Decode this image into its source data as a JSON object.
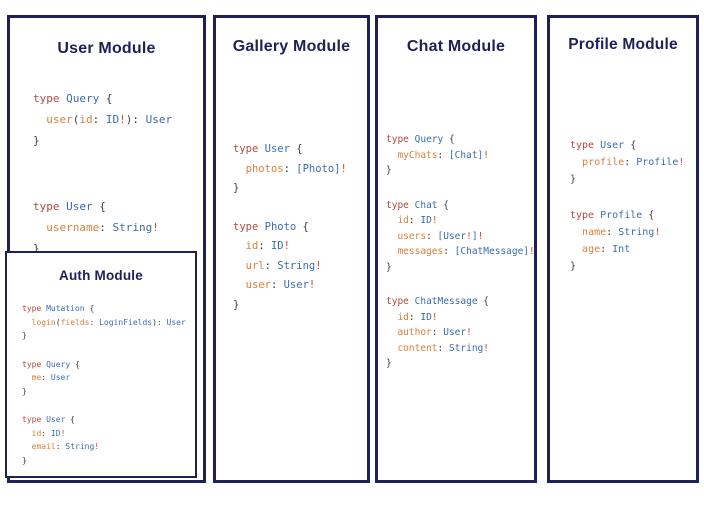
{
  "palette": {
    "navy": "#1e2158",
    "keyword": "#b24a3f",
    "typename": "#3a6cb4",
    "field": "#d8803c",
    "punct": "#3d3d3d",
    "bang": "#cd4a33"
  },
  "token_types": {
    "k": "keyword",
    "t": "type-name",
    "f": "field-name",
    "p": "punctuation",
    "b": "non-null-bang"
  },
  "modules": [
    {
      "id": "user",
      "title": "User Module",
      "blocks": [
        [
          [
            [
              "k",
              "type"
            ],
            [
              "p",
              " "
            ],
            [
              "t",
              "Query"
            ],
            [
              "p",
              " {"
            ]
          ],
          [
            [
              "p",
              "  "
            ],
            [
              "f",
              "user"
            ],
            [
              "p",
              "("
            ],
            [
              "f",
              "id"
            ],
            [
              "p",
              ": "
            ],
            [
              "t",
              "ID"
            ],
            [
              "b",
              "!"
            ],
            [
              "p",
              "): "
            ],
            [
              "t",
              "User"
            ]
          ],
          [
            [
              "p",
              "}"
            ]
          ]
        ],
        [
          [
            [
              "k",
              "type"
            ],
            [
              "p",
              " "
            ],
            [
              "t",
              "User"
            ],
            [
              "p",
              " {"
            ]
          ],
          [
            [
              "p",
              "  "
            ],
            [
              "f",
              "username"
            ],
            [
              "p",
              ": "
            ],
            [
              "t",
              "String"
            ],
            [
              "b",
              "!"
            ]
          ],
          [
            [
              "p",
              "}"
            ]
          ]
        ]
      ]
    },
    {
      "id": "auth",
      "title": "Auth Module",
      "blocks": [
        [
          [
            [
              "k",
              "type"
            ],
            [
              "p",
              " "
            ],
            [
              "t",
              "Mutation"
            ],
            [
              "p",
              " {"
            ]
          ],
          [
            [
              "p",
              "  "
            ],
            [
              "f",
              "login"
            ],
            [
              "p",
              "("
            ],
            [
              "f",
              "fields"
            ],
            [
              "p",
              ": "
            ],
            [
              "t",
              "LoginFields"
            ],
            [
              "p",
              "): "
            ],
            [
              "t",
              "User"
            ]
          ],
          [
            [
              "p",
              "}"
            ]
          ]
        ],
        [
          [
            [
              "k",
              "type"
            ],
            [
              "p",
              " "
            ],
            [
              "t",
              "Query"
            ],
            [
              "p",
              " {"
            ]
          ],
          [
            [
              "p",
              "  "
            ],
            [
              "f",
              "me"
            ],
            [
              "p",
              ": "
            ],
            [
              "t",
              "User"
            ]
          ],
          [
            [
              "p",
              "}"
            ]
          ]
        ],
        [
          [
            [
              "k",
              "type"
            ],
            [
              "p",
              " "
            ],
            [
              "t",
              "User"
            ],
            [
              "p",
              " {"
            ]
          ],
          [
            [
              "p",
              "  "
            ],
            [
              "f",
              "id"
            ],
            [
              "p",
              ": "
            ],
            [
              "t",
              "ID"
            ],
            [
              "b",
              "!"
            ]
          ],
          [
            [
              "p",
              "  "
            ],
            [
              "f",
              "email"
            ],
            [
              "p",
              ": "
            ],
            [
              "t",
              "String"
            ],
            [
              "b",
              "!"
            ]
          ],
          [
            [
              "p",
              "}"
            ]
          ]
        ]
      ]
    },
    {
      "id": "gallery",
      "title": "Gallery Module",
      "blocks": [
        [
          [
            [
              "k",
              "type"
            ],
            [
              "p",
              " "
            ],
            [
              "t",
              "User"
            ],
            [
              "p",
              " {"
            ]
          ],
          [
            [
              "p",
              "  "
            ],
            [
              "f",
              "photos"
            ],
            [
              "p",
              ": "
            ],
            [
              "t",
              "[Photo]"
            ],
            [
              "b",
              "!"
            ]
          ],
          [
            [
              "p",
              "}"
            ]
          ]
        ],
        [
          [
            [
              "k",
              "type"
            ],
            [
              "p",
              " "
            ],
            [
              "t",
              "Photo"
            ],
            [
              "p",
              " {"
            ]
          ],
          [
            [
              "p",
              "  "
            ],
            [
              "f",
              "id"
            ],
            [
              "p",
              ": "
            ],
            [
              "t",
              "ID"
            ],
            [
              "b",
              "!"
            ]
          ],
          [
            [
              "p",
              "  "
            ],
            [
              "f",
              "url"
            ],
            [
              "p",
              ": "
            ],
            [
              "t",
              "String"
            ],
            [
              "b",
              "!"
            ]
          ],
          [
            [
              "p",
              "  "
            ],
            [
              "f",
              "user"
            ],
            [
              "p",
              ": "
            ],
            [
              "t",
              "User"
            ],
            [
              "b",
              "!"
            ]
          ],
          [
            [
              "p",
              "}"
            ]
          ]
        ]
      ]
    },
    {
      "id": "chat",
      "title": "Chat Module",
      "blocks": [
        [
          [
            [
              "k",
              "type"
            ],
            [
              "p",
              " "
            ],
            [
              "t",
              "Query"
            ],
            [
              "p",
              " {"
            ]
          ],
          [
            [
              "p",
              "  "
            ],
            [
              "f",
              "myChats"
            ],
            [
              "p",
              ": "
            ],
            [
              "t",
              "[Chat]"
            ],
            [
              "b",
              "!"
            ]
          ],
          [
            [
              "p",
              "}"
            ]
          ]
        ],
        [
          [
            [
              "k",
              "type"
            ],
            [
              "p",
              " "
            ],
            [
              "t",
              "Chat"
            ],
            [
              "p",
              " {"
            ]
          ],
          [
            [
              "p",
              "  "
            ],
            [
              "f",
              "id"
            ],
            [
              "p",
              ": "
            ],
            [
              "t",
              "ID"
            ],
            [
              "b",
              "!"
            ]
          ],
          [
            [
              "p",
              "  "
            ],
            [
              "f",
              "users"
            ],
            [
              "p",
              ": "
            ],
            [
              "t",
              "[User"
            ],
            [
              "b",
              "!"
            ],
            [
              "t",
              "]"
            ],
            [
              "b",
              "!"
            ]
          ],
          [
            [
              "p",
              "  "
            ],
            [
              "f",
              "messages"
            ],
            [
              "p",
              ": "
            ],
            [
              "t",
              "[ChatMessage]"
            ],
            [
              "b",
              "!"
            ]
          ],
          [
            [
              "p",
              "}"
            ]
          ]
        ],
        [
          [
            [
              "k",
              "type"
            ],
            [
              "p",
              " "
            ],
            [
              "t",
              "ChatMessage"
            ],
            [
              "p",
              " {"
            ]
          ],
          [
            [
              "p",
              "  "
            ],
            [
              "f",
              "id"
            ],
            [
              "p",
              ": "
            ],
            [
              "t",
              "ID"
            ],
            [
              "b",
              "!"
            ]
          ],
          [
            [
              "p",
              "  "
            ],
            [
              "f",
              "author"
            ],
            [
              "p",
              ": "
            ],
            [
              "t",
              "User"
            ],
            [
              "b",
              "!"
            ]
          ],
          [
            [
              "p",
              "  "
            ],
            [
              "f",
              "content"
            ],
            [
              "p",
              ": "
            ],
            [
              "t",
              "String"
            ],
            [
              "b",
              "!"
            ]
          ],
          [
            [
              "p",
              "}"
            ]
          ]
        ]
      ]
    },
    {
      "id": "profile",
      "title": "Profile Module",
      "blocks": [
        [
          [
            [
              "k",
              "type"
            ],
            [
              "p",
              " "
            ],
            [
              "t",
              "User"
            ],
            [
              "p",
              " {"
            ]
          ],
          [
            [
              "p",
              "  "
            ],
            [
              "f",
              "profile"
            ],
            [
              "p",
              ": "
            ],
            [
              "t",
              "Profile"
            ],
            [
              "b",
              "!"
            ]
          ],
          [
            [
              "p",
              "}"
            ]
          ]
        ],
        [
          [
            [
              "k",
              "type"
            ],
            [
              "p",
              " "
            ],
            [
              "t",
              "Profile"
            ],
            [
              "p",
              " {"
            ]
          ],
          [
            [
              "p",
              "  "
            ],
            [
              "f",
              "name"
            ],
            [
              "p",
              ": "
            ],
            [
              "t",
              "String"
            ],
            [
              "b",
              "!"
            ]
          ],
          [
            [
              "p",
              "  "
            ],
            [
              "f",
              "age"
            ],
            [
              "p",
              ": "
            ],
            [
              "t",
              "Int"
            ]
          ],
          [
            [
              "p",
              "}"
            ]
          ]
        ]
      ]
    }
  ]
}
